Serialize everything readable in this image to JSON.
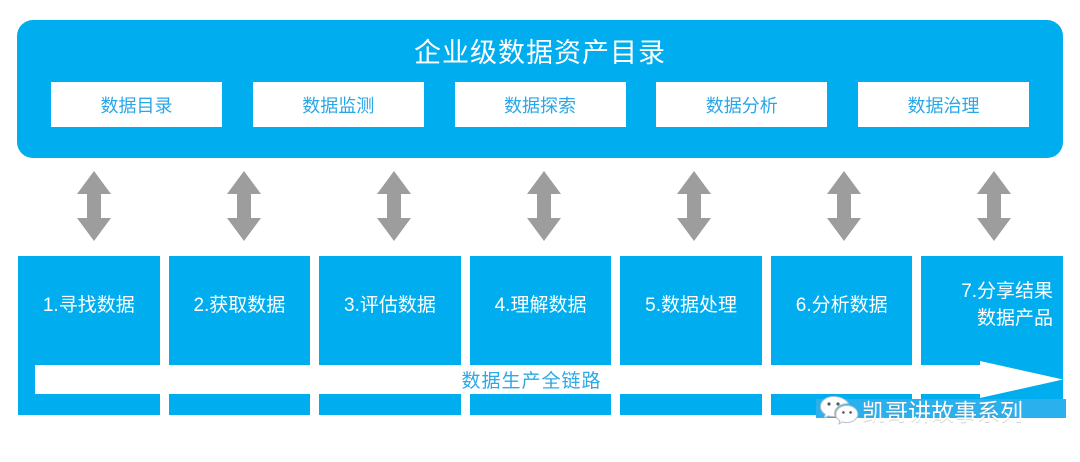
{
  "colors": {
    "brand_blue": "#00ADEF",
    "chip_text_blue": "#29A7E8",
    "arrow_gray": "#9D9D9D",
    "white": "#FFFFFF",
    "watermark_blue": "#2BB0EE"
  },
  "platform": {
    "title": "企业级数据资产目录",
    "capabilities": [
      {
        "label": "数据目录"
      },
      {
        "label": "数据监测"
      },
      {
        "label": "数据探索"
      },
      {
        "label": "数据分析"
      },
      {
        "label": "数据治理"
      }
    ]
  },
  "connectors": {
    "icon": "up-down-arrow-icon",
    "count": 7,
    "color": "#9D9D9D"
  },
  "lifecycle": {
    "stages": [
      {
        "label": "1.寻找数据",
        "lines": [
          "1.寻找数据"
        ]
      },
      {
        "label": "2.获取数据",
        "lines": [
          "2.获取数据"
        ]
      },
      {
        "label": "3.评估数据",
        "lines": [
          "3.评估数据"
        ]
      },
      {
        "label": "4.理解数据",
        "lines": [
          "4.理解数据"
        ]
      },
      {
        "label": "5.数据处理",
        "lines": [
          "5.数据处理"
        ]
      },
      {
        "label": "6.分析数据",
        "lines": [
          "6.分析数据"
        ]
      },
      {
        "label": "7.分享结果 数据产品",
        "lines": [
          "7.分享结果",
          "数据产品"
        ]
      }
    ],
    "chain_arrow_label": "数据生产全链路"
  },
  "watermark": {
    "icon": "wechat-icon",
    "text": "凯哥讲故事系列"
  }
}
